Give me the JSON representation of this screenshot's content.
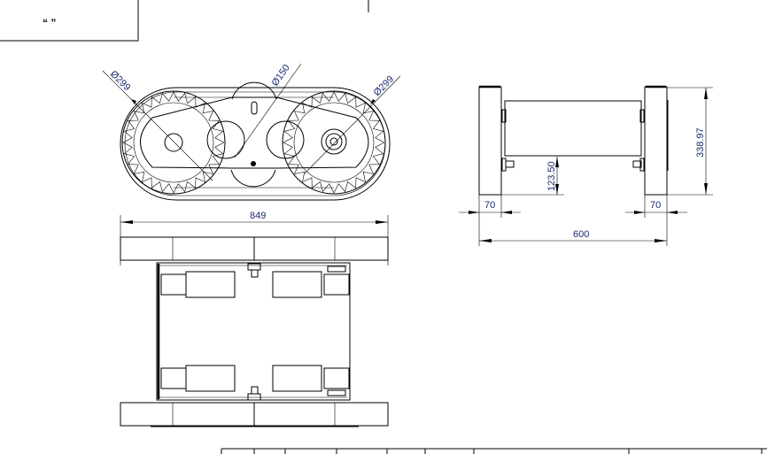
{
  "title_block": {
    "quotes": "“   ”"
  },
  "top_view": {
    "dim_left_wheel": "Ø299",
    "dim_middle_wheel": "Ø150",
    "dim_right_wheel": "Ø299"
  },
  "front_view": {
    "dim_width": "849"
  },
  "side_view": {
    "dim_height": "338.97",
    "dim_clearance": "123.50",
    "dim_left_plate": "70",
    "dim_right_plate": "70",
    "dim_track_width": "600"
  },
  "colors": {
    "line": "#000000",
    "dimension_text": "#1d2a6e"
  }
}
